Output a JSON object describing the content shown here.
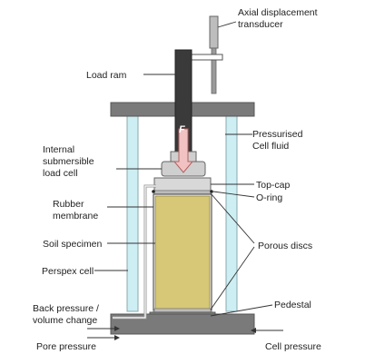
{
  "diagram": {
    "labels": {
      "axial_transducer_line1": "Axial displacement",
      "axial_transducer_line2": "transducer",
      "load_ram": "Load ram",
      "force_symbol": "F",
      "pressurised_line1": "Pressurised",
      "pressurised_line2": "Cell fluid",
      "load_cell_line1": "Internal",
      "load_cell_line2": "submersible",
      "load_cell_line3": "load cell",
      "top_cap": "Top-cap",
      "o_ring": "O-ring",
      "rubber_line1": "Rubber",
      "rubber_line2": "membrane",
      "soil_specimen": "Soil specimen",
      "porous_discs": "Porous discs",
      "perspex_cell": "Perspex cell",
      "pedestal": "Pedestal",
      "back_pressure_line1": "Back pressure /",
      "back_pressure_line2": "volume change",
      "pore_pressure": "Pore pressure",
      "cell_pressure": "Cell pressure"
    },
    "colors": {
      "frame": "#7a7a7a",
      "perspex": "#cdeef3",
      "load_ram": "#3a3a3a",
      "specimen": "#d7c878",
      "cap": "#d8d8d8",
      "background": "#ffffff"
    }
  }
}
